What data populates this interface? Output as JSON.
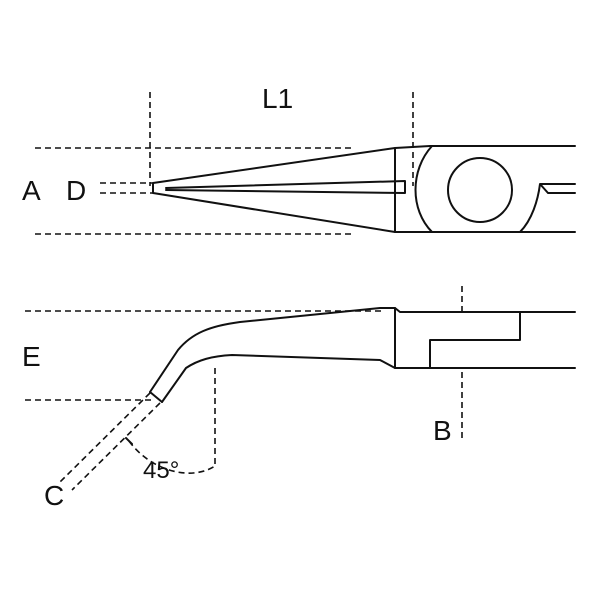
{
  "labels": {
    "l1": "L1",
    "a": "A",
    "d": "D",
    "e": "E",
    "b": "B",
    "c": "C",
    "angle": "45°"
  },
  "colors": {
    "line": "#111111",
    "background": "#ffffff"
  }
}
